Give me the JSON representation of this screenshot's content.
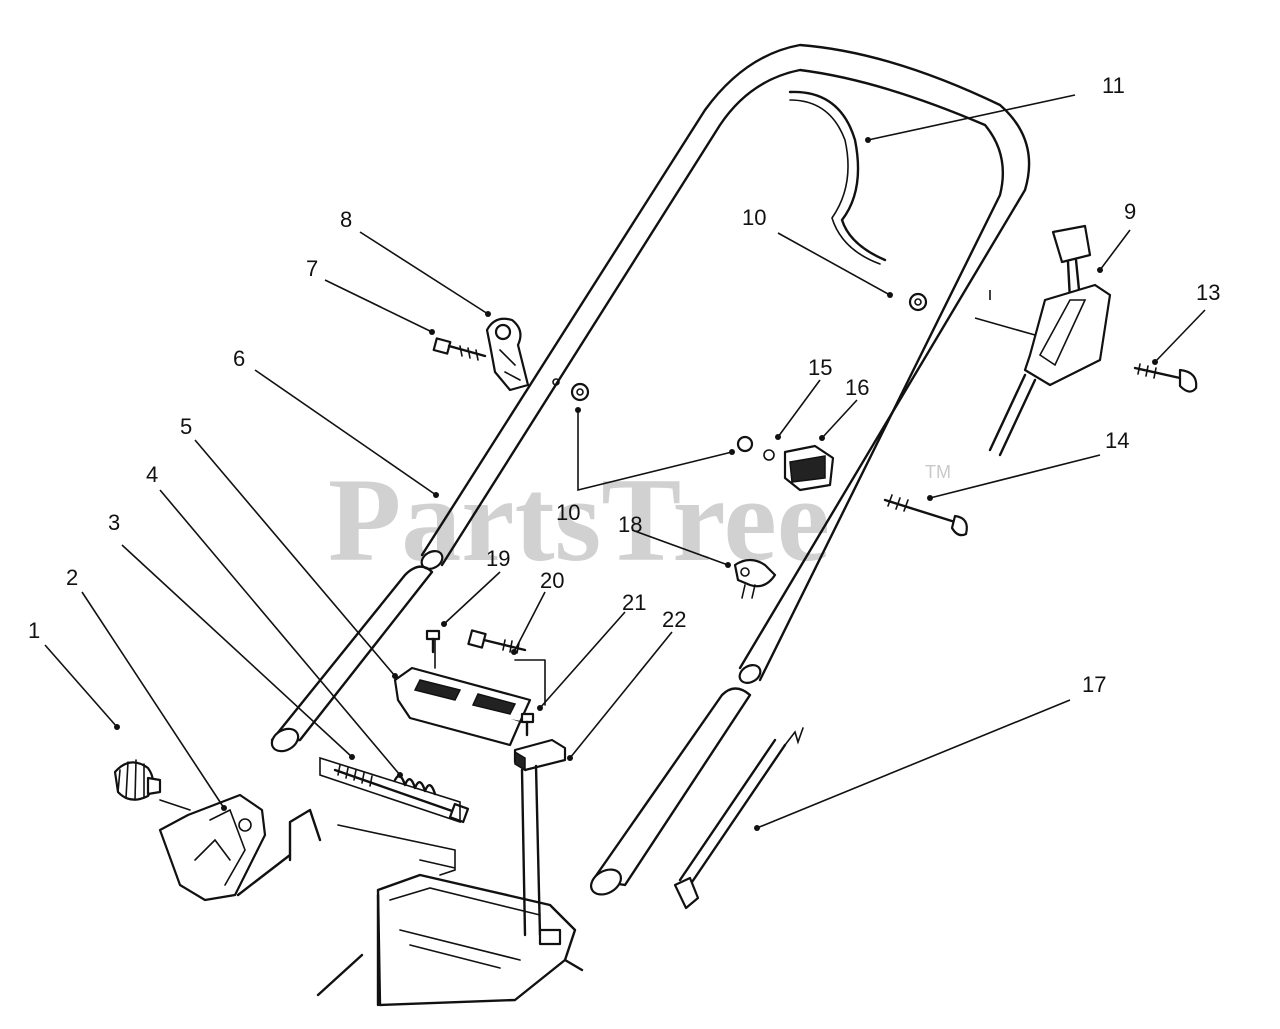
{
  "watermark": {
    "text": "PartsTree",
    "trademark": "TM"
  },
  "callouts": [
    {
      "label": "1"
    },
    {
      "label": "2"
    },
    {
      "label": "3"
    },
    {
      "label": "4"
    },
    {
      "label": "5"
    },
    {
      "label": "6"
    },
    {
      "label": "7"
    },
    {
      "label": "8"
    },
    {
      "label": "9"
    },
    {
      "label": "10"
    },
    {
      "label": "10"
    },
    {
      "label": "10"
    },
    {
      "label": "11"
    },
    {
      "label": "13"
    },
    {
      "label": "14"
    },
    {
      "label": "15"
    },
    {
      "label": "16"
    },
    {
      "label": "17"
    },
    {
      "label": "18"
    },
    {
      "label": "19"
    },
    {
      "label": "20"
    },
    {
      "label": "21"
    },
    {
      "label": "22"
    }
  ]
}
